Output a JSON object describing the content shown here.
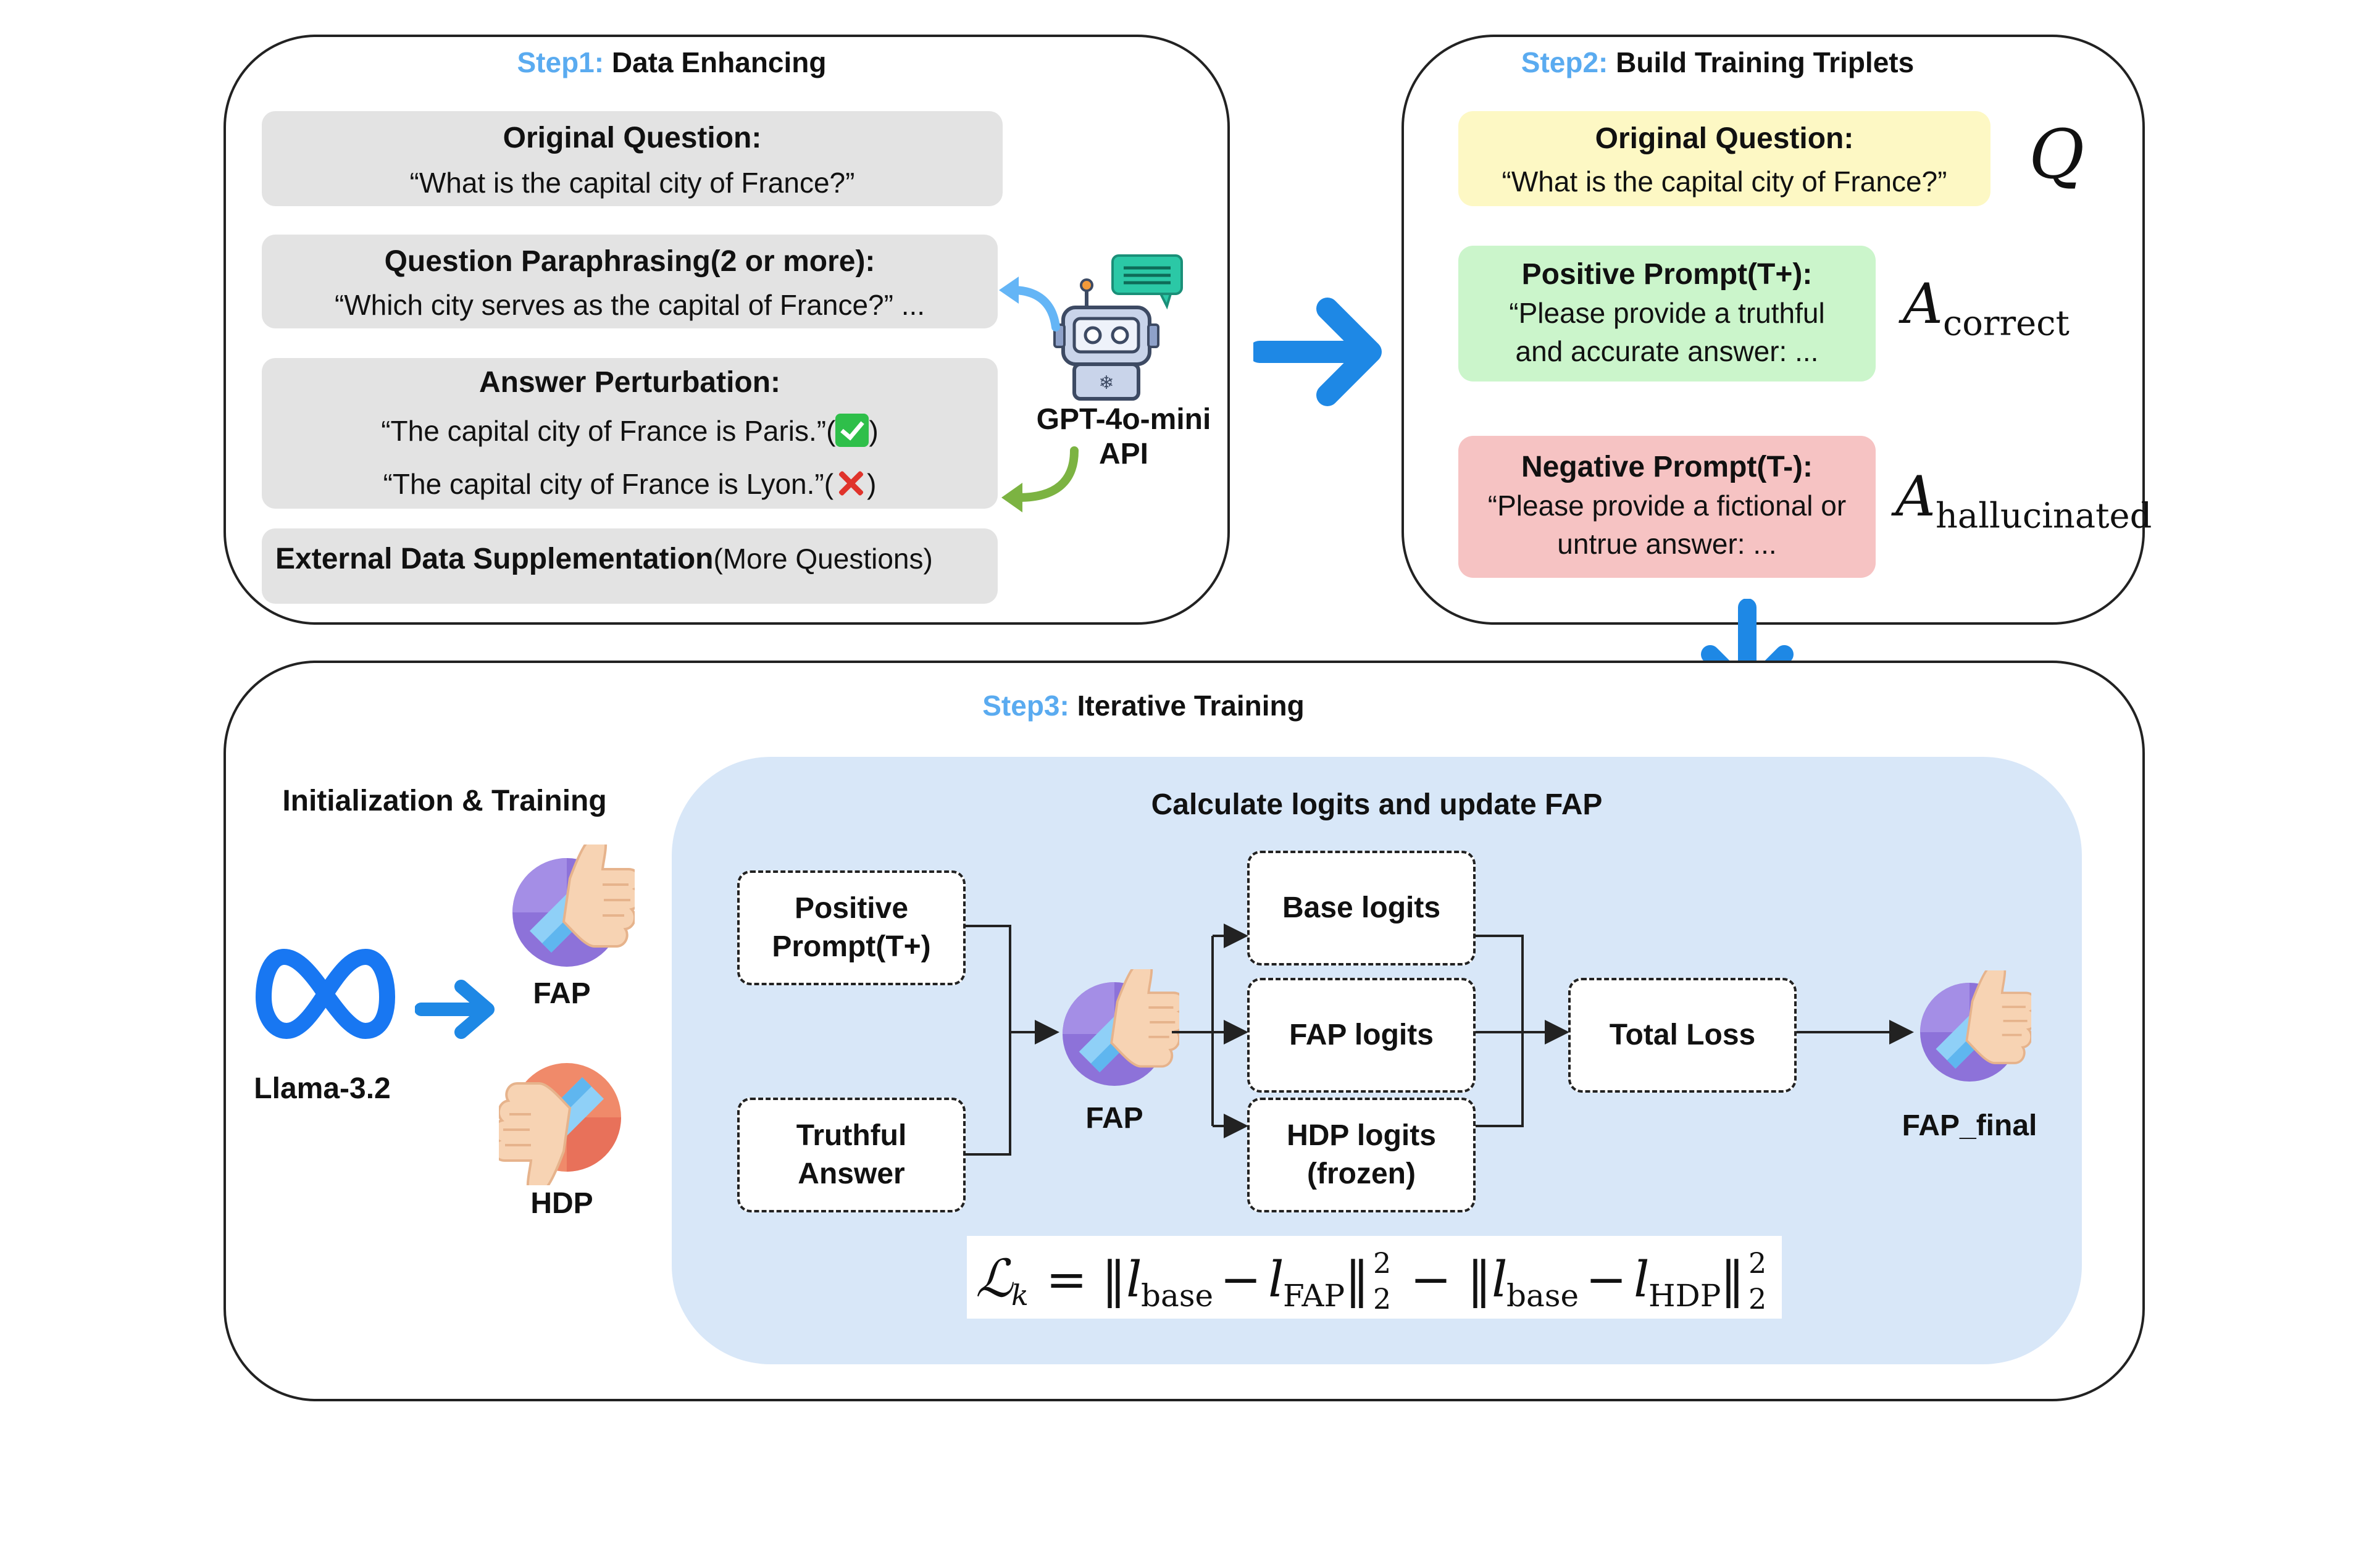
{
  "step1": {
    "step_label": "Step1:",
    "title": "Data Enhancing",
    "original": {
      "heading": "Original Question:",
      "text": "“What is the capital city of France?”"
    },
    "paraphrase": {
      "heading": "Question Paraphrasing(2 or more):",
      "text": "“Which city serves as the capital of France?” ..."
    },
    "perturbation": {
      "heading": "Answer Perturbation:",
      "line1": "“The capital city of France is Paris.”(",
      "line1_end": ")",
      "line2": "“The capital city of France is Lyon.”(",
      "line2_end": ")"
    },
    "external": {
      "bold": "External Data Supplementation",
      "rest": "(More Questions)"
    },
    "api": {
      "line1": "GPT-4o-mini",
      "line2": "API"
    }
  },
  "step2": {
    "step_label": "Step2:",
    "title": "Build Training Triplets",
    "original": {
      "heading": "Original Question:",
      "text": "“What is the capital city of France?”",
      "symbol": "Q"
    },
    "positive": {
      "heading": "Positive Prompt(T+):",
      "line1": "“Please provide a truthful",
      "line2": "and accurate answer: ...",
      "symbol": "A",
      "symbol_sub": "correct"
    },
    "negative": {
      "heading": "Negative Prompt(T-):",
      "line1": "“Please provide a fictional or",
      "line2": "untrue answer: ...",
      "symbol": "A",
      "symbol_sub": "hallucinated"
    }
  },
  "step3": {
    "step_label": "Step3:",
    "title": "Iterative Training",
    "init_title": "Initialization & Training",
    "llama_label": "Llama-3.2",
    "fap_label": "FAP",
    "hdp_label": "HDP",
    "calc_title": "Calculate logits and update FAP",
    "positive_prompt": "Positive\nPrompt(T+)",
    "truthful_answer": "Truthful\nAnswer",
    "fap_center_label": "FAP",
    "base_logits": "Base logits",
    "fap_logits": "FAP logits",
    "hdp_logits": "HDP logits\n(frozen)",
    "total_loss": "Total Loss",
    "fap_final": "FAP_final"
  },
  "colors": {
    "step_accent": "#5aabf0",
    "arrow_blue": "#1e88e5",
    "gray_box": "#e3e3e3",
    "yellow_box": "#fdf8c4",
    "green_box": "#cbf5cb",
    "red_box": "#f6c3c3",
    "calc_panel": "#d8e7f8",
    "paraphrase_arrow": "#64b5f6",
    "perturb_arrow": "#7cb342"
  },
  "icons": [
    "robot-icon",
    "chat-bubble-icon",
    "meta-logo-icon",
    "thumbs-up-icon",
    "thumbs-down-icon",
    "check-icon",
    "cross-icon"
  ]
}
